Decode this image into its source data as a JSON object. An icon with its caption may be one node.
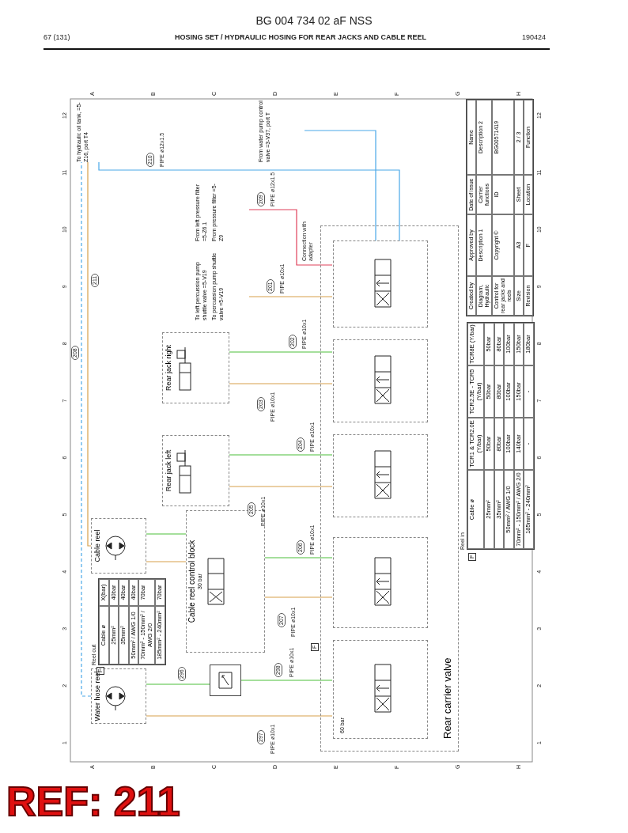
{
  "diagram": {
    "nodes": [
      {
        "text": [
          "Water hose reel"
        ]
      },
      {
        "text": [
          "Cable reel"
        ]
      },
      {
        "text": [
          "Cable reel control block",
          "30 bar"
        ]
      },
      {
        "text": [
          "Rear jack left"
        ]
      },
      {
        "text": [
          "Rear jack right"
        ]
      },
      {
        "text": [
          "Rear carrier valve"
        ]
      },
      {
        "text": [],
        "shape": "box",
        "in": 5
      },
      {
        "text": [],
        "shape": "box",
        "in": 5
      },
      {
        "text": [],
        "shape": "box",
        "in": 5
      },
      {
        "text": [],
        "shape": "box",
        "in": 5
      },
      {
        "text": [
          "60 bar"
        ],
        "in": 5
      },
      {
        "text": [],
        "shape": "box"
      },
      {
        "text": [
          "To left percussion pump shuttle valve =5-V19",
          "To percussion pump shuttle valve =5-V19"
        ]
      },
      {
        "text": [
          "From left pressure filter =5-Z6.1",
          "From pressure filter =5-Z9"
        ]
      },
      {
        "text": [
          "From water pump control valve =3-V37, port T"
        ]
      },
      {
        "text": [
          "To hydraulic oil tank, =5-Z16, port T4"
        ]
      }
    ],
    "edges": [
      {
        "from": 3,
        "to": 8,
        "arrow": "none",
        "color": "#d8a04a"
      },
      {
        "from": 3,
        "to": 8,
        "arrow": "none",
        "color": "#4cbf3a"
      },
      {
        "from": 4,
        "to": 7,
        "arrow": "none",
        "color": "#d8a04a"
      },
      {
        "from": 4,
        "to": 7,
        "arrow": "none",
        "color": "#4cbf3a"
      },
      {
        "from": 1,
        "to": 2,
        "arrow": "none",
        "color": "#d8a04a"
      },
      {
        "from": 1,
        "to": 2,
        "arrow": "none",
        "color": "#4cbf3a"
      },
      {
        "from": 2,
        "to": 9,
        "arrow": "none",
        "color": "#d8a04a"
      },
      {
        "from": 2,
        "to": 9,
        "arrow": "none",
        "color": "#4cbf3a"
      },
      {
        "from": 0,
        "to": 10,
        "arrow": "none",
        "color": "#d8a04a"
      },
      {
        "from": 0,
        "to": 11,
        "arrow": "none",
        "color": "#4cbf3a"
      },
      {
        "from": 11,
        "to": 10,
        "arrow": "none",
        "color": "#4cbf3a"
      },
      {
        "from": 6,
        "to": 12,
        "arrow": "none",
        "color": "#d8a04a"
      },
      {
        "from": 13,
        "to": 6,
        "arrow": "none",
        "color": "#e0405a"
      },
      {
        "from": 14,
        "to": 6,
        "arrow": "none",
        "color": "#4aa8e8"
      },
      {
        "from": 6,
        "to": 15,
        "arrow": "none",
        "color": "#4aa8e8"
      },
      {
        "from": 0,
        "to": 15,
        "arrow": "none",
        "style": "dashed",
        "color": "#4aa8e8"
      },
      {
        "from": 1,
        "to": 15,
        "arrow": "none",
        "color": "#d8a04a"
      }
    ],
    "labels": [
      "BG 004 734 02 aF NSS",
      "67 (131)",
      "HOSING SET / HYDRAULIC HOSING FOR REAR JACKS AND CABLE REEL",
      "190424",
      "1",
      "2",
      "3",
      "4",
      "5",
      "6",
      "7",
      "8",
      "9",
      "10",
      "11",
      "12",
      "1",
      "2",
      "3",
      "4",
      "5",
      "6",
      "7",
      "8",
      "9",
      "10",
      "11",
      "12",
      "A",
      "B",
      "C",
      "D",
      "E",
      "F",
      "G",
      "H",
      "A",
      "B",
      "C",
      "D",
      "E",
      "F",
      "G",
      "H",
      "211",
      "208",
      "210",
      "201",
      "209",
      "203",
      "202",
      "205",
      "204",
      "207",
      "206",
      "296",
      "297",
      "298",
      "PIPE ø12x1.5",
      "PIPE ø12x1.5",
      "PIPE ø10x1",
      "PIPE ø10x1",
      "PIPE ø10x1",
      "PIPE ø10x1",
      "PIPE ø10x1",
      "PIPE ø10x1",
      "PIPE ø10x1",
      "PIPE ø10x1",
      "PIPE ø10x1",
      "Connection with adapter",
      "F",
      "F",
      "F",
      "Reel out",
      "Cable ø",
      "X(bar)",
      "25mm²",
      "40bar",
      "35mm²",
      "40bar",
      "50mm² / AWG 1/0",
      "40bar",
      "70mm² - 150mm² / AWG 2/0",
      "70bar",
      "185mm² - 240mm²",
      "70bar",
      "Reel in",
      "Cable ø",
      "TCR1 & TCR2.0E (Y/bar)",
      "TCR2.5E - TCR5 (Y/bar)",
      "TCR8E (Y/bar)",
      "25mm²",
      "50bar",
      "50bar",
      "50bar",
      "35mm²",
      "80bar",
      "80bar",
      "80bar",
      "50mm² / AWG 1/0",
      "100bar",
      "100bar",
      "100bar",
      "70mm² - 150mm² / AWG 2/0",
      "140bar",
      "150bar",
      "150bar",
      "185mm² - 240mm²",
      "-",
      "-",
      "180bar",
      "Created by",
      "Approved by",
      "Date of issue",
      "Name",
      "Diagram, Hydraulic",
      "Description 1",
      "Carrier functions",
      "Description 2",
      "Control for rear jacks and reels",
      "Copyright ©",
      "ID",
      "BG00571419",
      "Size",
      "A3",
      "Sheet",
      "2 / 3",
      "Revision",
      "F",
      "Location",
      "Function",
      "REF: 211"
    ]
  }
}
